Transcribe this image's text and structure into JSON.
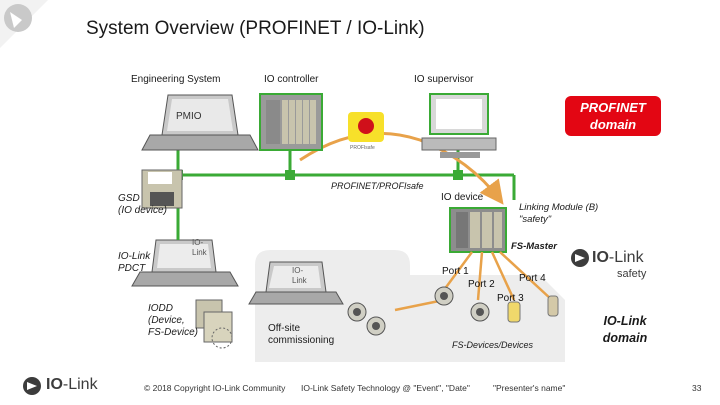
{
  "title": "System Overview (PROFINET / IO-Link)",
  "labels": {
    "engineering_system": "Engineering System",
    "io_controller": "IO controller",
    "io_supervisor": "IO supervisor",
    "pmio": "PMIO",
    "profisafe": "PROFIsafe",
    "profinet_profisafe": "PROFINET/PROFIsafe",
    "gsd": "GSD\n(IO device)",
    "io_device": "IO device",
    "linking_module": "Linking Module (B)\n\"safety\"",
    "fs_master": "FS-Master",
    "io_link_pdct": "IO-Link\nPDCT",
    "iolink_tag_left": "IO-\nLink",
    "iolink_tag_mid": "IO-\nLink",
    "iodd": "IODD\n(Device,\nFS-Device)",
    "offsite": "Off-site\ncommissioning",
    "port1": "Port 1",
    "port2": "Port 2",
    "port3": "Port 3",
    "port4": "Port 4",
    "fs_devices": "FS-Devices/Devices"
  },
  "domains": {
    "profinet": "PROFINET\ndomain",
    "iolink": "IO-Link\ndomain"
  },
  "logos": {
    "iolink_io": "IO",
    "iolink_link": "-Link",
    "iolink_safety": "safety",
    "footer_io": "IO",
    "footer_link": "-Link"
  },
  "footer": {
    "copyright": "© 2018 Copyright IO-Link Community",
    "event": "IO-Link Safety Technology @ \"Event\", \"Date\"",
    "presenter": "\"Presenter's name\"",
    "page": "33"
  },
  "colors": {
    "bus_green": "#3aaa35",
    "domain_red": "#e30613",
    "arrow_orange": "#e8a24a",
    "device_tan": "#c8c4ad",
    "brand_gray": "#3c3c3c"
  }
}
